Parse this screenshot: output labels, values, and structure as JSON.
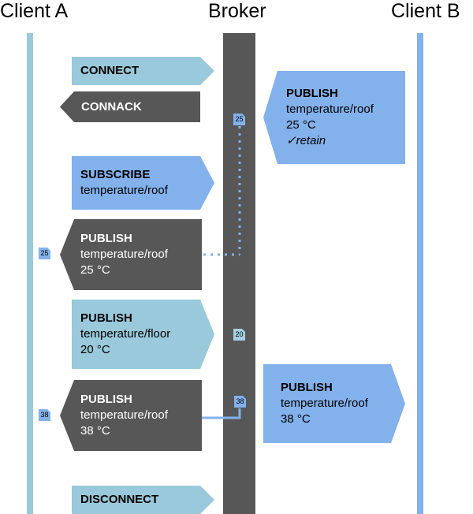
{
  "headers": {
    "client_a": "Client A",
    "broker": "Broker",
    "client_b": "Client B"
  },
  "messages": [
    {
      "title": "CONNECT"
    },
    {
      "title": "CONNACK"
    },
    {
      "title": "PUBLISH",
      "topic": "temperature/roof",
      "value": "25 °C",
      "flag": "✓retain"
    },
    {
      "title": "SUBSCRIBE",
      "topic": "temperature/roof"
    },
    {
      "title": "PUBLISH",
      "topic": "temperature/roof",
      "value": "25 °C"
    },
    {
      "title": "PUBLISH",
      "topic": "temperature/floor",
      "value": "20 °C"
    },
    {
      "title": "PUBLISH",
      "topic": "temperature/roof",
      "value": "38 °C"
    },
    {
      "title": "PUBLISH",
      "topic": "temperature/roof",
      "value": "38 °C"
    },
    {
      "title": "DISCONNECT"
    }
  ],
  "stored": {
    "broker_retained": "25",
    "client_a_first": "25",
    "broker_floor": "20",
    "broker_roof_new": "38",
    "client_a_second": "38"
  },
  "colors": {
    "client_a_line": "#99c9db",
    "client_b_line": "#82b1ec",
    "broker_bar": "#575757",
    "client_a_message": "#99c9db",
    "client_b_message": "#82b1ec",
    "broker_message": "#575757"
  }
}
